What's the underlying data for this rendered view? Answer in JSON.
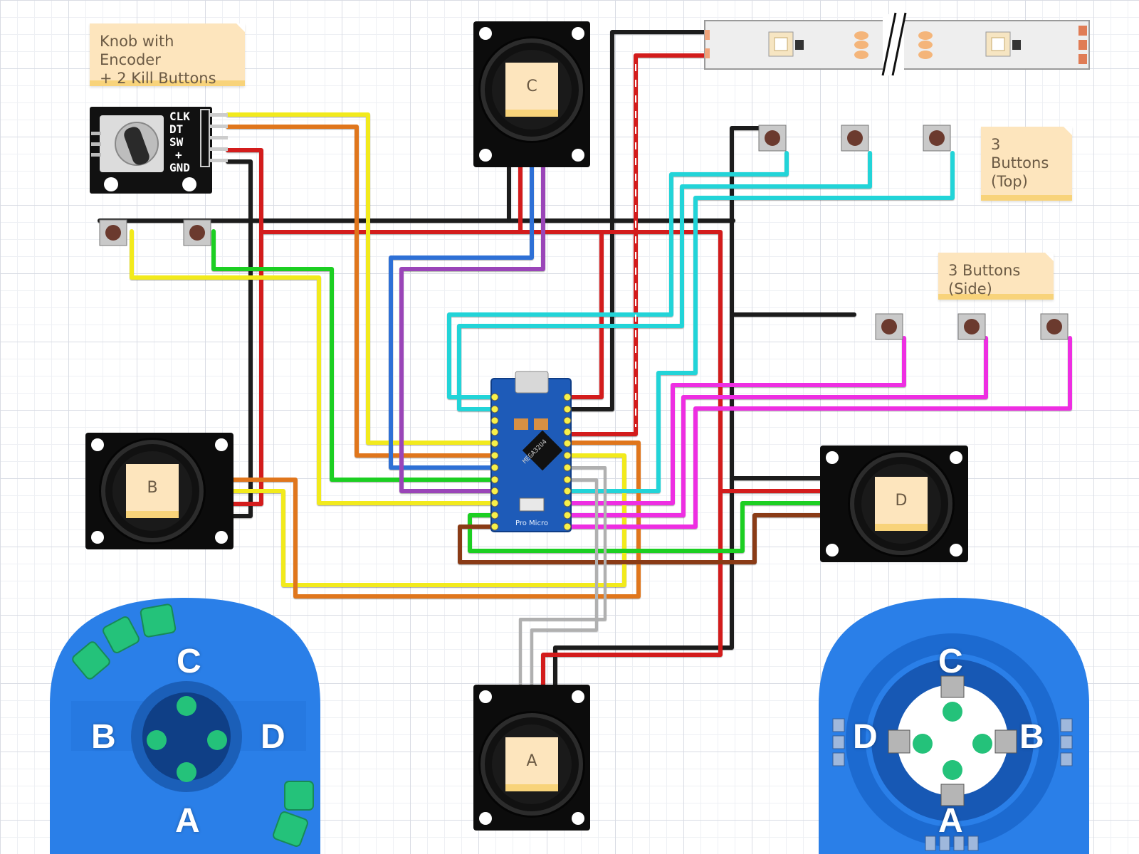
{
  "notes": {
    "knob": "Knob with Encoder\n+ 2 Kill Buttons",
    "top_buttons": "3 Buttons\n(Top)",
    "side_buttons": "3 Buttons (Side)"
  },
  "encoder": {
    "pins": [
      "CLK",
      "DT",
      "SW",
      "+",
      "GND"
    ]
  },
  "joysticks": {
    "a": "A",
    "b": "B",
    "c": "C",
    "d": "D"
  },
  "board": {
    "name": "Pro Micro",
    "chip": "MEGA32U4"
  },
  "case_left": {
    "top": "C",
    "left": "B",
    "right": "D",
    "bottom": "A"
  },
  "case_right": {
    "top": "C",
    "left": "D",
    "right": "B",
    "bottom": "A"
  },
  "colors": {
    "yellow": "#f2ea1c",
    "orange": "#e0761e",
    "red": "#d31f1f",
    "black": "#1a1a1a",
    "green": "#1fcf24",
    "blue": "#2f6fd6",
    "purple": "#9a44b8",
    "cyan": "#21d4d8",
    "magenta": "#ee2ee2",
    "brown": "#8a3b12",
    "gray": "#b0b0b0",
    "case_blue": "#2a7fe8",
    "key_green": "#24c27a"
  }
}
